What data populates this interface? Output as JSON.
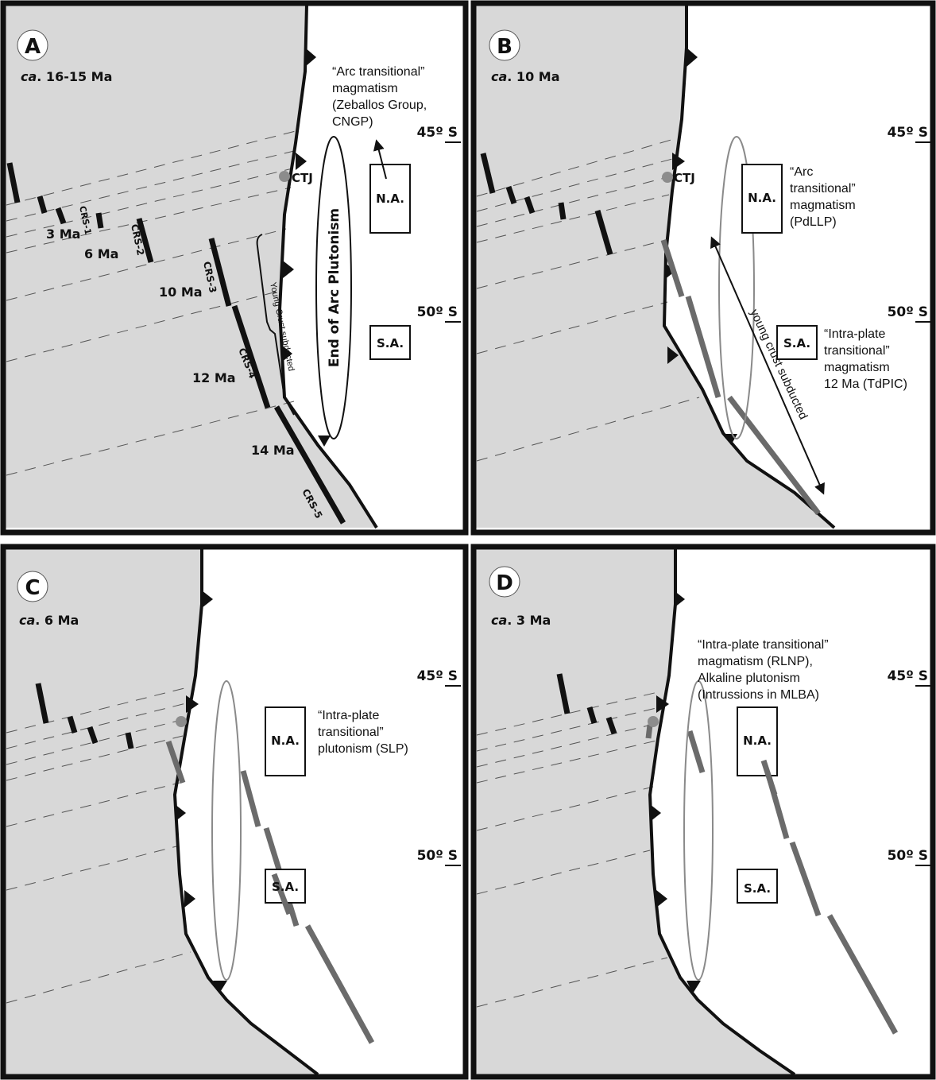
{
  "colors": {
    "ocean": "#d8d8d8",
    "land": "#ffffff",
    "frame": "#111111",
    "ridge_active": "#111111",
    "ridge_subducted": "#6b6b6b",
    "ctj": "#8c8c8c",
    "ellipse_gray": "#8a8a8a"
  },
  "latitudes": {
    "lat45": "45º S",
    "lat50": "50º S"
  },
  "panels": {
    "A": {
      "letter": "A",
      "age_prefix": "ca",
      "age_value": ". 16-15 Ma",
      "ctj": "CTJ",
      "na": "N.A.",
      "sa": "S.A.",
      "ellipse_label": "End of Arc Plutonism",
      "young_crust": "Young Crust subducted",
      "note_lines": [
        "“Arc transitional”",
        "magmatism",
        "(Zeballos Group,",
        "CNGP)"
      ],
      "ridges": [
        "CRS-1",
        "CRS-2",
        "CRS-3",
        "CRS-4",
        "CRS-5"
      ],
      "ages": [
        "3 Ma",
        "6 Ma",
        "10 Ma",
        "12 Ma",
        "14 Ma"
      ]
    },
    "B": {
      "letter": "B",
      "age_prefix": "ca",
      "age_value": ". 10 Ma",
      "ctj": "CTJ",
      "na": "N.A.",
      "sa": "S.A.",
      "young_crust": "young crust subducted",
      "note_na_lines": [
        "“Arc",
        "transitional”",
        "magmatism",
        "(PdLLP)"
      ],
      "note_sa_lines": [
        "“Intra-plate",
        "transitional”",
        "magmatism",
        "12 Ma (TdPIC)"
      ]
    },
    "C": {
      "letter": "C",
      "age_prefix": "ca",
      "age_value": ". 6 Ma",
      "na": "N.A.",
      "sa": "S.A.",
      "note_lines": [
        "“Intra-plate",
        "transitional”",
        "plutonism (SLP)"
      ]
    },
    "D": {
      "letter": "D",
      "age_prefix": "ca",
      "age_value": ". 3 Ma",
      "na": "N.A.",
      "sa": "S.A.",
      "note_lines": [
        "“Intra-plate transitional”",
        "magmatism (RLNP),",
        "Alkaline plutonism",
        "(Intrussions in MLBA)"
      ]
    }
  }
}
